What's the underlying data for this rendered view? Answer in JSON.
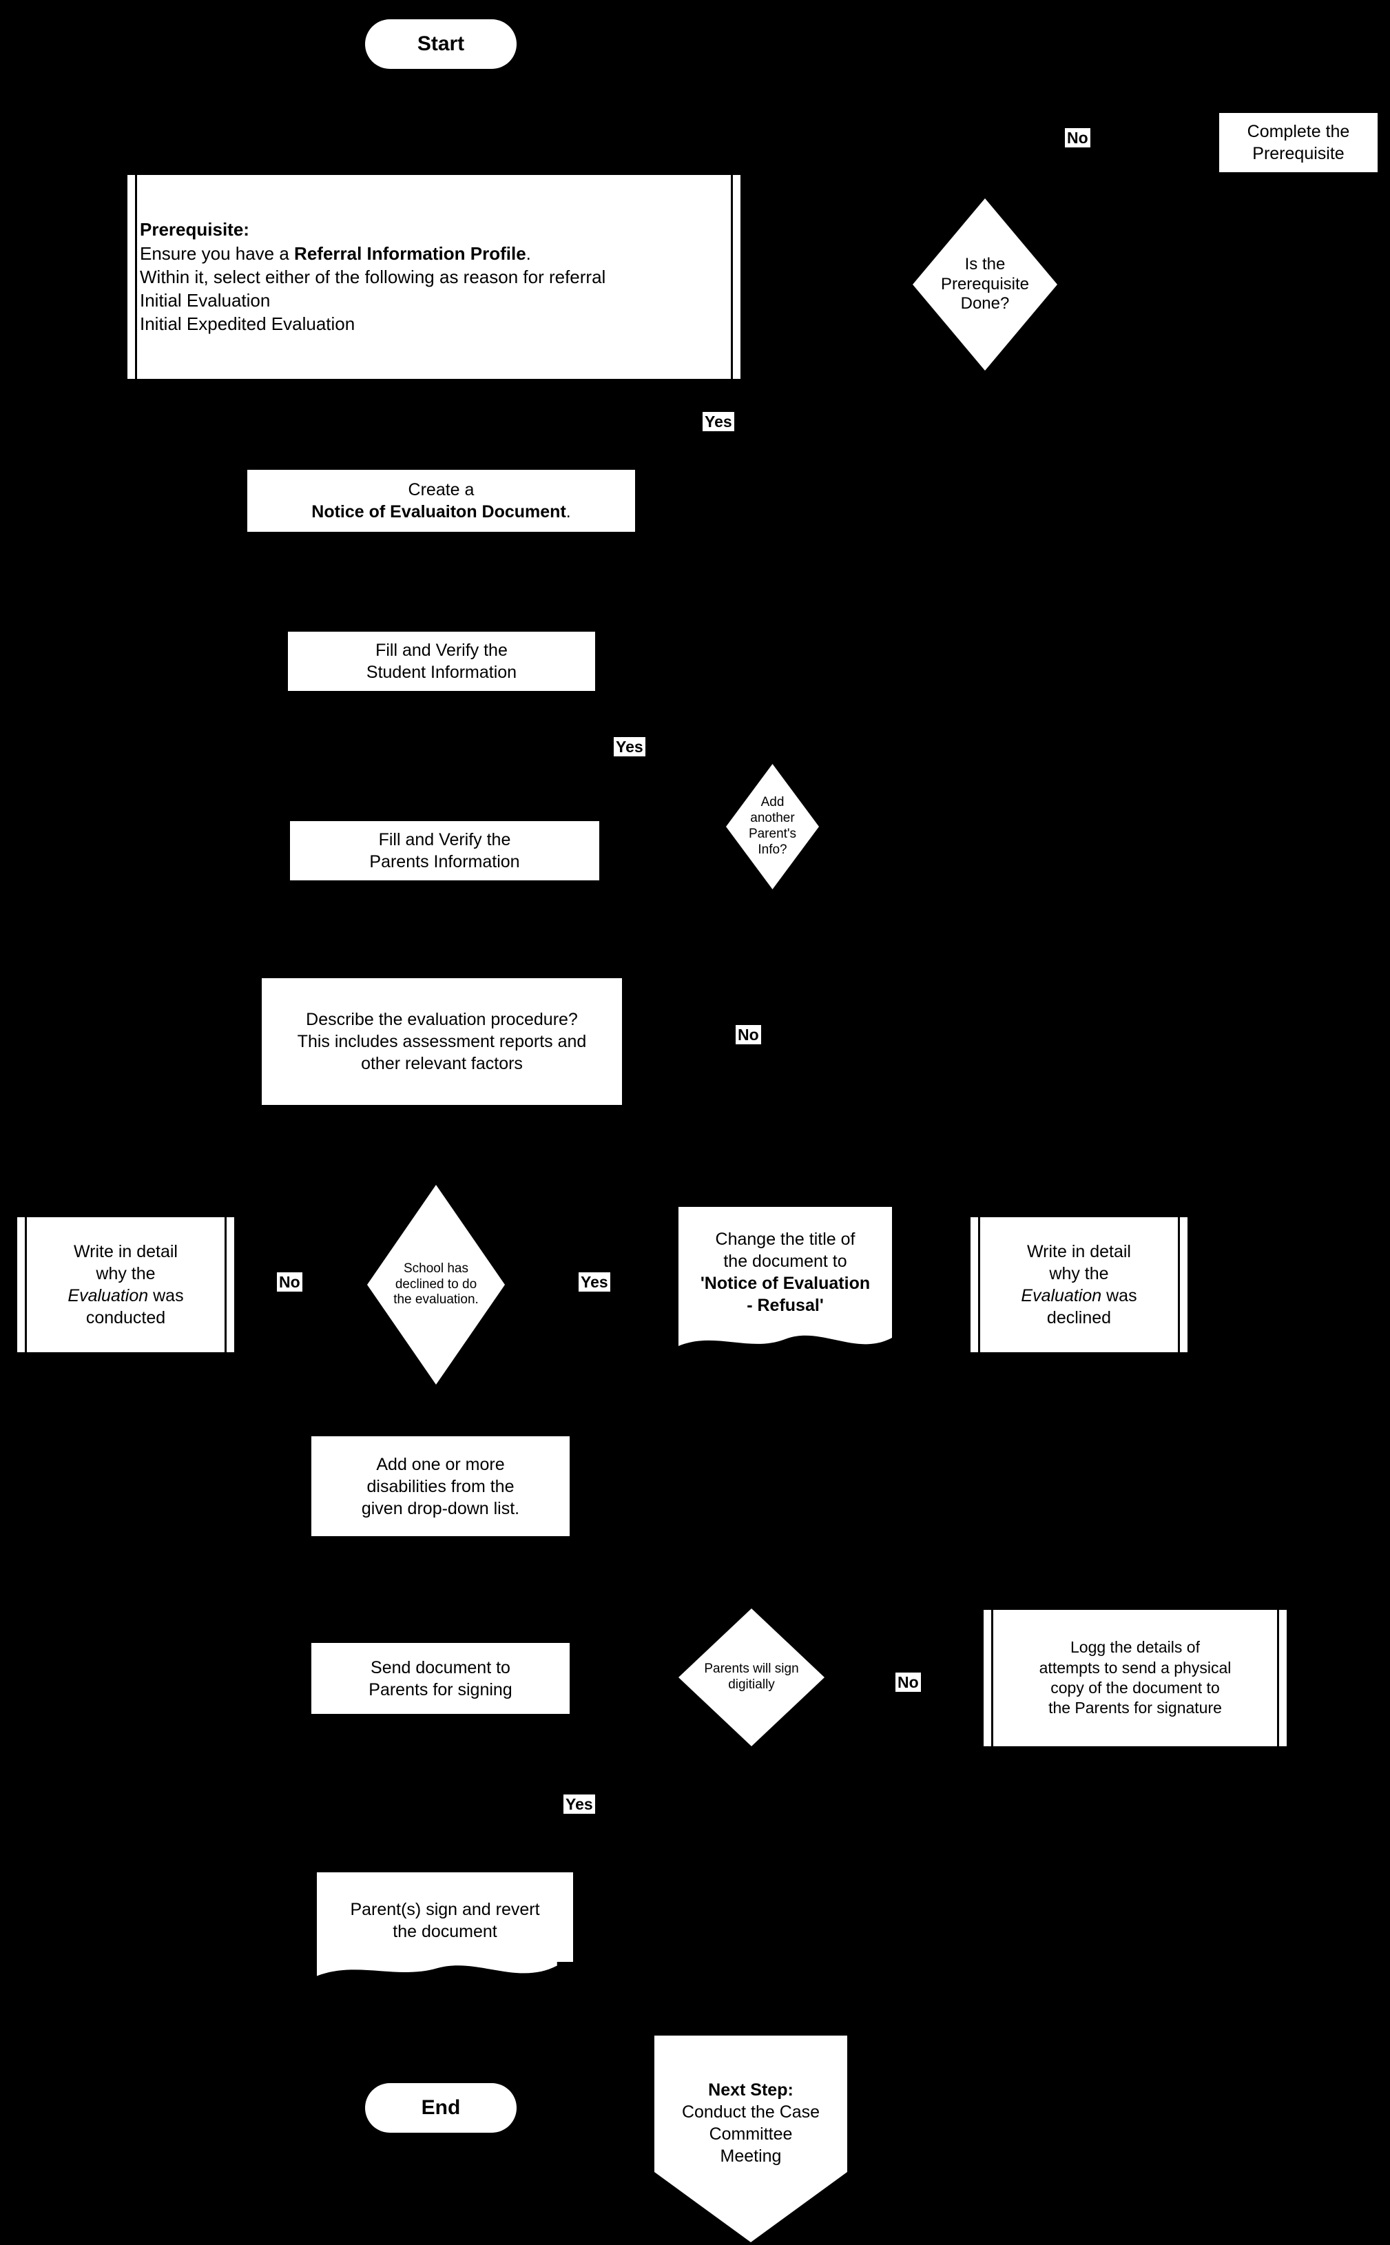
{
  "diagram": {
    "title": "Notice of Evaluation Process Flowchart",
    "bg_color": "#000000",
    "node_fill": "#ffffff",
    "node_stroke": "#000000"
  },
  "nodes": {
    "start": {
      "label": "Start",
      "shape": "terminator"
    },
    "prerequisite": {
      "heading": "Prerequisite:",
      "line1_pre": "Ensure you have a ",
      "line1_bold": "Referral Information Profile",
      "line1_post": ".",
      "line2": "Within it, select either of the following as reason for referral",
      "line3": "Initial Evaluation",
      "line4": "Initial Expedited Evaluation",
      "shape": "predefined-process"
    },
    "is_prerequisite_done": {
      "line1": "Is the",
      "line2": "Prerequisite",
      "line3": "Done?",
      "shape": "decision"
    },
    "complete_prerequisite": {
      "line1": "Complete the",
      "line2": "Prerequisite",
      "shape": "process"
    },
    "create_notice": {
      "line1": "Create a",
      "line2_bold": "Notice of Evaluaiton Document",
      "line2_post": ".",
      "shape": "process"
    },
    "fill_student_info": {
      "line1": "Fill and Verify the",
      "line2": "Student Information",
      "shape": "process"
    },
    "add_another_parent": {
      "line1": "Add",
      "line2": "another",
      "line3": "Parent's",
      "line4": "Info?",
      "shape": "decision"
    },
    "fill_parents_info": {
      "line1": "Fill and Verify the",
      "line2": "Parents Information",
      "shape": "process"
    },
    "describe_procedure": {
      "line1": "Describe the evaluation procedure?",
      "line2": "This includes assessment reports and",
      "line3": "other relevant factors",
      "shape": "process"
    },
    "school_declined": {
      "line1": "School has",
      "line2": "declined to do",
      "line3": "the evaluation.",
      "shape": "decision"
    },
    "write_why_conducted": {
      "line1": "Write in detail",
      "line2": "why the",
      "line3_italic": "Evaluation",
      "line3_post": " was",
      "line4": "conducted",
      "shape": "predefined-process"
    },
    "change_title": {
      "line1": "Change the title of",
      "line2": "the document to",
      "line3_bold": "'Notice of Evaluation",
      "line4_bold": "- Refusal'",
      "shape": "document"
    },
    "write_why_declined": {
      "line1": "Write in detail",
      "line2": "why the",
      "line3_italic": "Evaluation",
      "line3_post": " was",
      "line4": "declined",
      "shape": "predefined-process"
    },
    "add_disabilities": {
      "line1": "Add one or more",
      "line2": "disabilities from the",
      "line3": "given drop-down list.",
      "shape": "process"
    },
    "send_document": {
      "line1": "Send document to",
      "line2": "Parents for signing",
      "shape": "process"
    },
    "parents_sign_digitally": {
      "line1": "Parents will sign",
      "line2": "digitially",
      "shape": "decision"
    },
    "log_attempts": {
      "line1": "Logg the details of",
      "line2": "attempts to send a physical",
      "line3": "copy of the document to",
      "line4": "the Parents for signature",
      "shape": "predefined-process"
    },
    "parents_sign_revert": {
      "line1": "Parent(s) sign and revert",
      "line2": "the document",
      "shape": "document"
    },
    "end": {
      "label": "End",
      "shape": "terminator"
    },
    "next_step": {
      "line1_bold": "Next Step:",
      "line2": "Conduct the Case",
      "line3": "Committee",
      "line4": "Meeting",
      "shape": "pentagon"
    }
  },
  "edge_labels": {
    "no_prerequisite": "No",
    "yes_prerequisite": "Yes",
    "yes_add_parent": "Yes",
    "no_add_parent": "No",
    "no_school_declined": "No",
    "yes_school_declined": "Yes",
    "no_sign_digitally": "No",
    "yes_sign_digitally": "Yes"
  }
}
